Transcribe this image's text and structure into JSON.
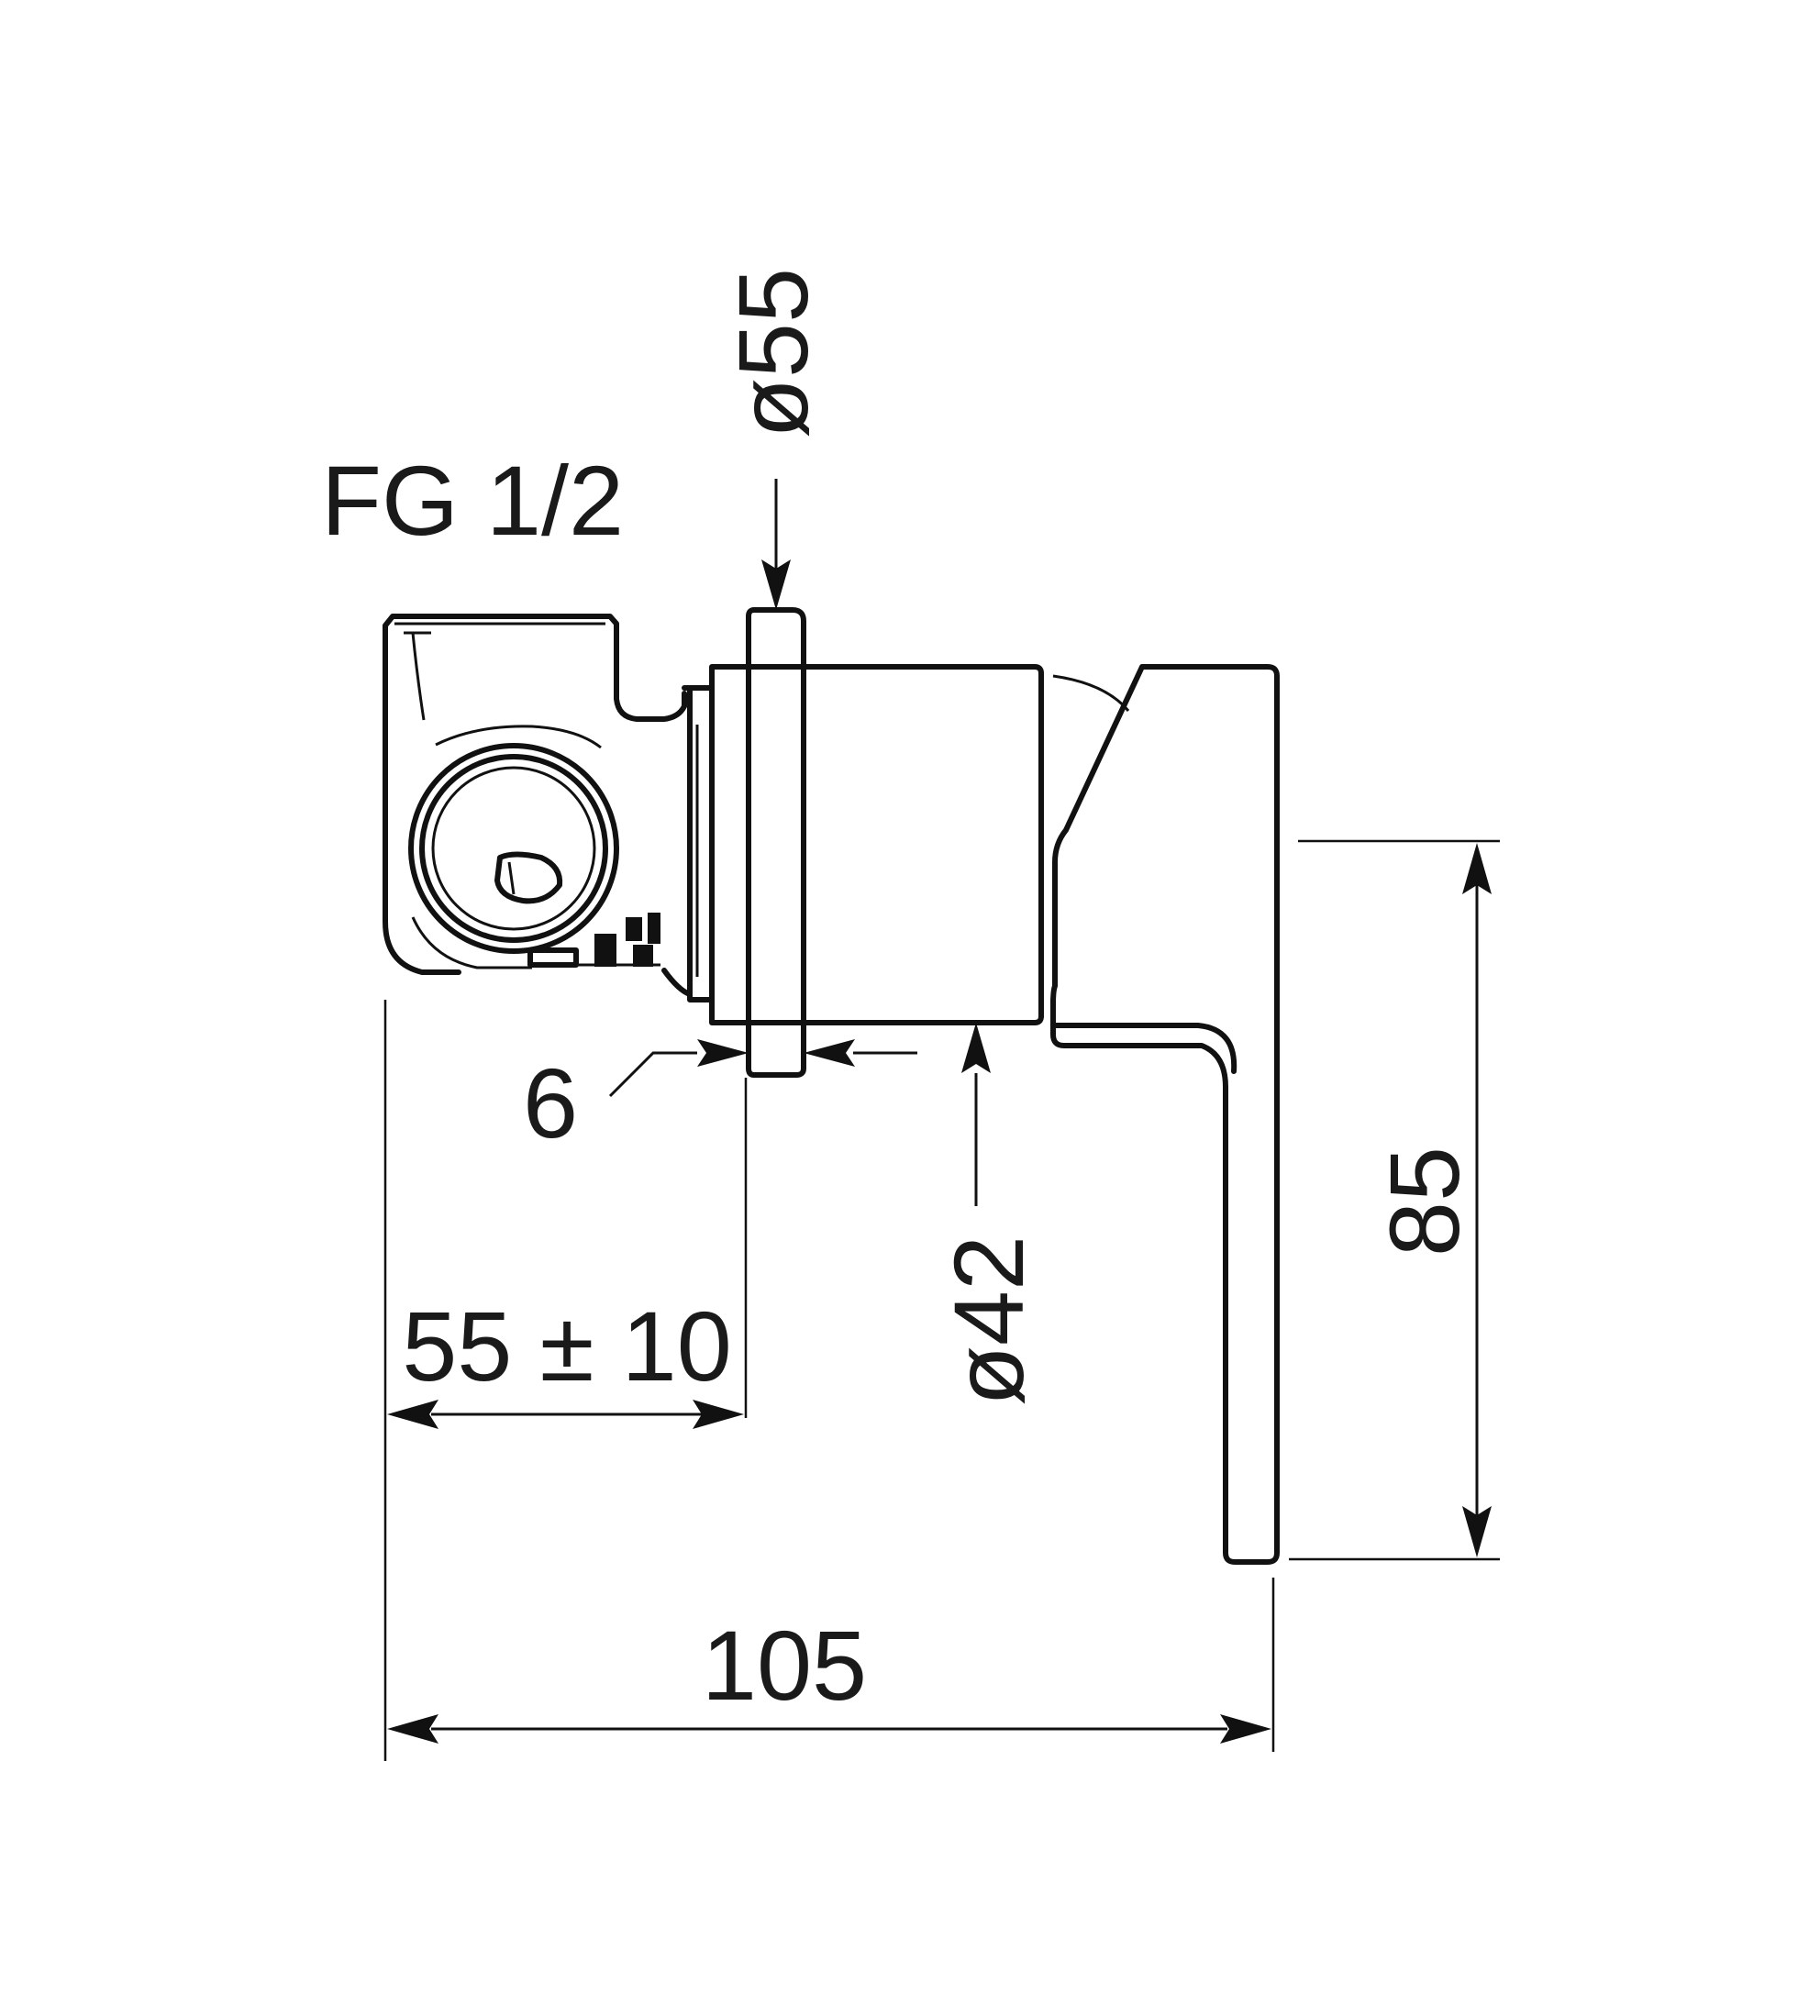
{
  "labels": {
    "thread": "FG 1/2",
    "flange_diameter": "ø55",
    "body_diameter": "ø42",
    "flange_thickness": "6",
    "install_depth": "55 ± 10",
    "total_length": "105",
    "height": "85"
  },
  "colors": {
    "line": "#111111",
    "background": "#ffffff"
  }
}
